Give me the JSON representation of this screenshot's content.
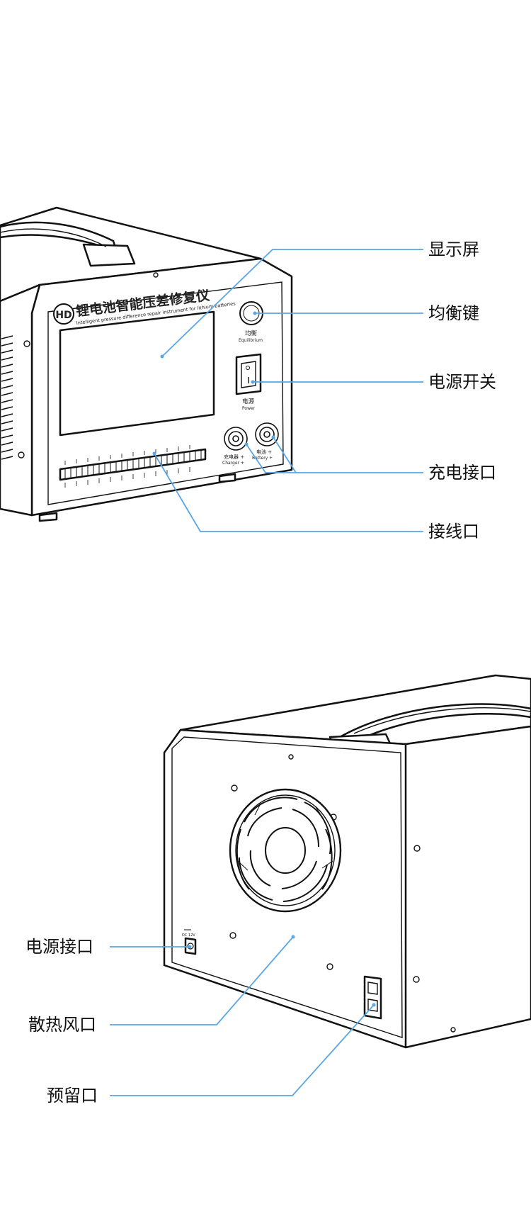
{
  "front_view": {
    "brand_logo": "HD",
    "product_title_cn": "锂电池智能压差修复仪",
    "product_title_en": "Intelligent pressure difference repair instrument for lithium batteries",
    "equalize_label_cn": "均衡",
    "equalize_label_en": "Equilibrium",
    "power_label_cn": "电源",
    "power_label_en": "Power",
    "charger_port_label_cn": "充电器 +",
    "charger_port_label_en": "Charger +",
    "battery_port_label_cn": "电池 +",
    "battery_port_label_en": "Battery +",
    "callouts": {
      "display": "显示屏",
      "balance_key": "均衡键",
      "power_switch": "电源开关",
      "charge_port": "充电接口",
      "wiring_port": "接线口"
    }
  },
  "rear_view": {
    "dc_jack_label": "DC 12V",
    "callouts": {
      "power_port": "电源接口",
      "cooling_vent": "散热风口",
      "reserved_port": "预留口"
    }
  },
  "colors": {
    "leader_line": "#5aa6e6",
    "outline": "#111111",
    "background": "#ffffff"
  }
}
